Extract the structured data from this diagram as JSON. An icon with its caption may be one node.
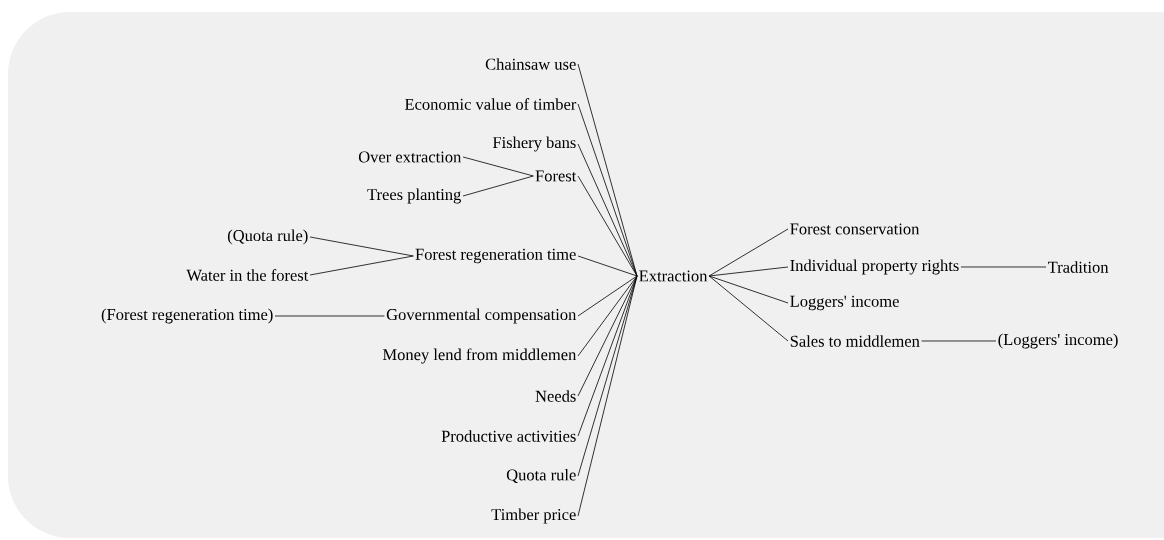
{
  "diagram": {
    "nodes": [
      {
        "text": [
          "Chainsaw use"
        ]
      },
      {
        "text": [
          "Economic value of timber"
        ]
      },
      {
        "text": [
          "Fishery bans"
        ]
      },
      {
        "text": [
          "Over extraction"
        ]
      },
      {
        "text": [
          "Trees planting"
        ]
      },
      {
        "text": [
          "Forest"
        ]
      },
      {
        "text": [
          "(Quota rule)"
        ]
      },
      {
        "text": [
          "Water in the forest"
        ]
      },
      {
        "text": [
          "Forest regeneration time"
        ]
      },
      {
        "text": [
          "(Forest regeneration time)"
        ]
      },
      {
        "text": [
          "Governmental compensation"
        ]
      },
      {
        "text": [
          "Money lend from middlemen"
        ]
      },
      {
        "text": [
          "Needs"
        ]
      },
      {
        "text": [
          "Productive activities"
        ]
      },
      {
        "text": [
          "Quota rule"
        ]
      },
      {
        "text": [
          "Timber price"
        ]
      },
      {
        "text": [
          "Extraction"
        ]
      },
      {
        "text": [
          "Forest conservation"
        ]
      },
      {
        "text": [
          "Individual property rights"
        ]
      },
      {
        "text": [
          "Tradition"
        ]
      },
      {
        "text": [
          "Loggers' income"
        ]
      },
      {
        "text": [
          "Sales to middlemen"
        ]
      },
      {
        "text": [
          "(Loggers' income)"
        ]
      }
    ],
    "edges": [
      {
        "from": 0,
        "to": 16,
        "arrow": "none"
      },
      {
        "from": 1,
        "to": 16,
        "arrow": "none"
      },
      {
        "from": 2,
        "to": 16,
        "arrow": "none"
      },
      {
        "from": 3,
        "to": 5,
        "arrow": "none"
      },
      {
        "from": 4,
        "to": 5,
        "arrow": "none"
      },
      {
        "from": 5,
        "to": 16,
        "arrow": "none"
      },
      {
        "from": 6,
        "to": 8,
        "arrow": "none"
      },
      {
        "from": 7,
        "to": 8,
        "arrow": "none"
      },
      {
        "from": 8,
        "to": 16,
        "arrow": "none"
      },
      {
        "from": 9,
        "to": 10,
        "arrow": "none"
      },
      {
        "from": 10,
        "to": 16,
        "arrow": "none"
      },
      {
        "from": 11,
        "to": 16,
        "arrow": "none"
      },
      {
        "from": 12,
        "to": 16,
        "arrow": "none"
      },
      {
        "from": 13,
        "to": 16,
        "arrow": "none"
      },
      {
        "from": 14,
        "to": 16,
        "arrow": "none"
      },
      {
        "from": 15,
        "to": 16,
        "arrow": "none"
      },
      {
        "from": 16,
        "to": 17,
        "arrow": "none"
      },
      {
        "from": 16,
        "to": 18,
        "arrow": "none"
      },
      {
        "from": 16,
        "to": 20,
        "arrow": "none"
      },
      {
        "from": 16,
        "to": 21,
        "arrow": "none"
      },
      {
        "from": 18,
        "to": 19,
        "arrow": "none"
      },
      {
        "from": 21,
        "to": 22,
        "arrow": "none"
      }
    ]
  }
}
